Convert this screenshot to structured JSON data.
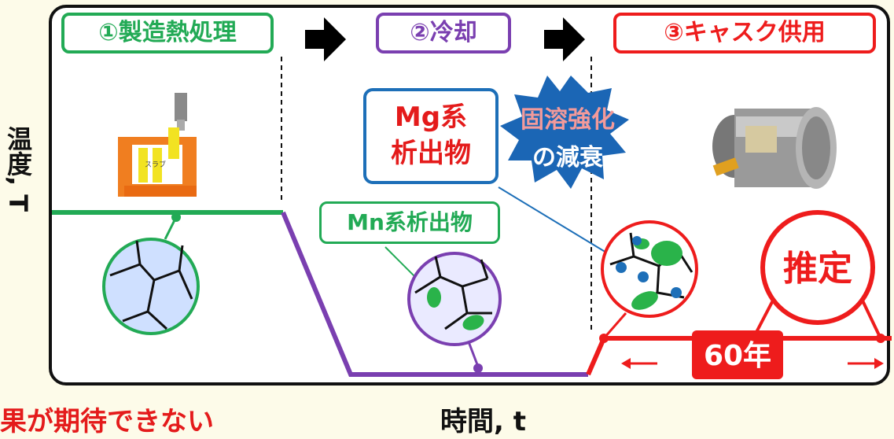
{
  "stages": [
    {
      "label": "①製造熱処理"
    },
    {
      "label": "②冷却"
    },
    {
      "label": "③キャスク供用"
    }
  ],
  "axes": {
    "y_label": "温度, T",
    "x_label": "時間, t"
  },
  "labels": {
    "mg_precipitate_line1": "Mg系",
    "mg_precipitate_line2": "析出物",
    "mn_precipitate": "Mn系析出物",
    "burst_line1": "固溶強化",
    "burst_line2": "の減衰",
    "estimate": "推定",
    "duration": "60年",
    "furnace_tag": "スラブ",
    "bottom_note": "果が期待できない"
  },
  "colors": {
    "stage1": "#22aa55",
    "stage2": "#7a3fb0",
    "stage3": "#ee1c1c",
    "mg_precip": "#1d6fb8",
    "mn_precip": "#22aa55",
    "burst": "#1b66b5"
  },
  "icons": {
    "arrows": "black-right-arrow",
    "furnace": "furnace-icon",
    "cask": "cask-icon"
  }
}
